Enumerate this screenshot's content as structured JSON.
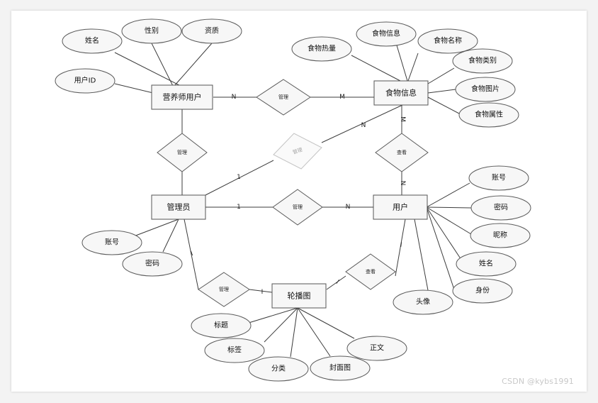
{
  "entities": [
    {
      "id": "nutritionist",
      "label": "营养师用户"
    },
    {
      "id": "food",
      "label": "食物信息"
    },
    {
      "id": "admin",
      "label": "管理员"
    },
    {
      "id": "user",
      "label": "用户"
    },
    {
      "id": "carousel",
      "label": "轮播图"
    }
  ],
  "attributes": [
    {
      "id": "n_name",
      "label": "姓名",
      "entity": "nutritionist"
    },
    {
      "id": "n_gender",
      "label": "性别",
      "entity": "nutritionist"
    },
    {
      "id": "n_qual",
      "label": "资质",
      "entity": "nutritionist"
    },
    {
      "id": "n_uid",
      "label": "用户ID",
      "entity": "nutritionist"
    },
    {
      "id": "f_cal",
      "label": "食物热量",
      "entity": "food"
    },
    {
      "id": "f_info",
      "label": "食物信息",
      "entity": "food"
    },
    {
      "id": "f_name",
      "label": "食物名称",
      "entity": "food"
    },
    {
      "id": "f_cat",
      "label": "食物类别",
      "entity": "food"
    },
    {
      "id": "f_img",
      "label": "食物图片",
      "entity": "food"
    },
    {
      "id": "f_attr",
      "label": "食物属性",
      "entity": "food"
    },
    {
      "id": "a_acct",
      "label": "账号",
      "entity": "admin"
    },
    {
      "id": "a_pwd",
      "label": "密码",
      "entity": "admin"
    },
    {
      "id": "u_acct",
      "label": "账号",
      "entity": "user"
    },
    {
      "id": "u_pwd",
      "label": "密码",
      "entity": "user"
    },
    {
      "id": "u_nick",
      "label": "昵称",
      "entity": "user"
    },
    {
      "id": "u_name",
      "label": "姓名",
      "entity": "user"
    },
    {
      "id": "u_id",
      "label": "身份",
      "entity": "user"
    },
    {
      "id": "u_avatar",
      "label": "头像",
      "entity": "user"
    },
    {
      "id": "c_title",
      "label": "标题",
      "entity": "carousel"
    },
    {
      "id": "c_tag",
      "label": "标签",
      "entity": "carousel"
    },
    {
      "id": "c_cat",
      "label": "分类",
      "entity": "carousel"
    },
    {
      "id": "c_cover",
      "label": "封面图",
      "entity": "carousel"
    },
    {
      "id": "c_body",
      "label": "正文",
      "entity": "carousel"
    }
  ],
  "relationships": [
    {
      "id": "r_nut_food",
      "label": "管理",
      "ghost": false
    },
    {
      "id": "r_admin_nut",
      "label": "管理",
      "ghost": false
    },
    {
      "id": "r_admin_food",
      "label": "管理",
      "ghost": true
    },
    {
      "id": "r_user_food",
      "label": "查看",
      "ghost": false
    },
    {
      "id": "r_admin_user",
      "label": "管理",
      "ghost": false
    },
    {
      "id": "r_admin_car",
      "label": "管理",
      "ghost": false
    },
    {
      "id": "r_user_car",
      "label": "查看",
      "ghost": false
    }
  ],
  "cardinalities": [
    {
      "id": "k1",
      "text": "N"
    },
    {
      "id": "k2",
      "text": "M"
    },
    {
      "id": "k3",
      "text": "M"
    },
    {
      "id": "k4",
      "text": "N"
    },
    {
      "id": "k5",
      "text": "N"
    },
    {
      "id": "k6",
      "text": "1"
    },
    {
      "id": "k7",
      "text": "1"
    },
    {
      "id": "k8",
      "text": "N"
    },
    {
      "id": "k9",
      "text": "I"
    },
    {
      "id": "k10",
      "text": "I"
    },
    {
      "id": "k11",
      "text": "I"
    },
    {
      "id": "k12",
      "text": "I"
    }
  ],
  "watermark": "CSDN @kybs1991"
}
